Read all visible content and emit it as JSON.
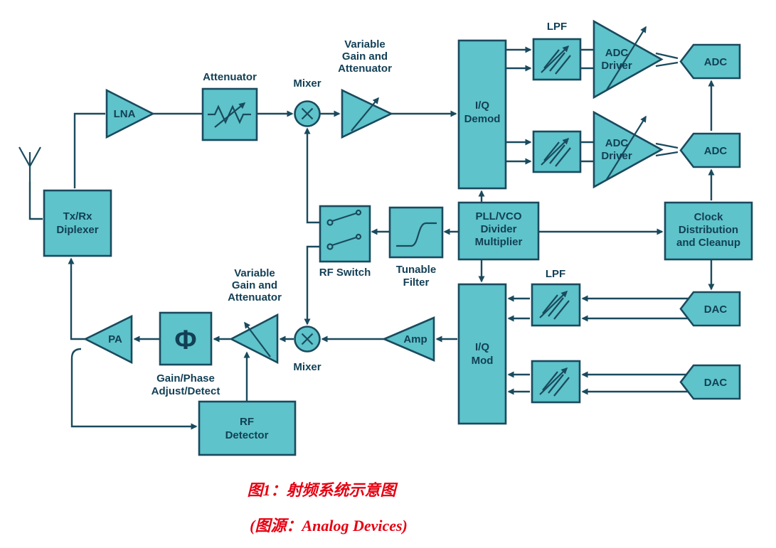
{
  "labels": {
    "lna": "LNA",
    "attenuator": "Attenuator",
    "mixer_rx": "Mixer",
    "vga_rx": [
      "Variable",
      "Gain and",
      "Attenuator"
    ],
    "iq_demod": [
      "I/Q",
      "Demod"
    ],
    "lpf_rx": "LPF",
    "adc_driver": [
      "ADC",
      "Driver"
    ],
    "adc": "ADC",
    "diplexer": [
      "Tx/Rx",
      "Diplexer"
    ],
    "rf_switch": "RF Switch",
    "tunable_filter": [
      "Tunable",
      "Filter"
    ],
    "pll": [
      "PLL/VCO",
      "Divider",
      "Multiplier"
    ],
    "clock": [
      "Clock",
      "Distribution",
      "and Cleanup"
    ],
    "lpf_tx": "LPF",
    "dac": "DAC",
    "pa": "PA",
    "phi": "Φ",
    "gain_phase": [
      "Gain/Phase",
      "Adjust/Detect"
    ],
    "vga_tx": [
      "Variable",
      "Gain and",
      "Attenuator"
    ],
    "mixer_tx": "Mixer",
    "amp": "Amp",
    "iq_mod": [
      "I/Q",
      "Mod"
    ],
    "rf_detector": [
      "RF",
      "Detector"
    ]
  },
  "caption": {
    "line1": "图1：射频系统示意图",
    "line2": "(图源：Analog Devices)"
  },
  "colors": {
    "block_fill": "#5ec3ca",
    "outline": "#1a4a5e",
    "text": "#123f55",
    "caption_red": "#e60012",
    "background": "#ffffff"
  }
}
